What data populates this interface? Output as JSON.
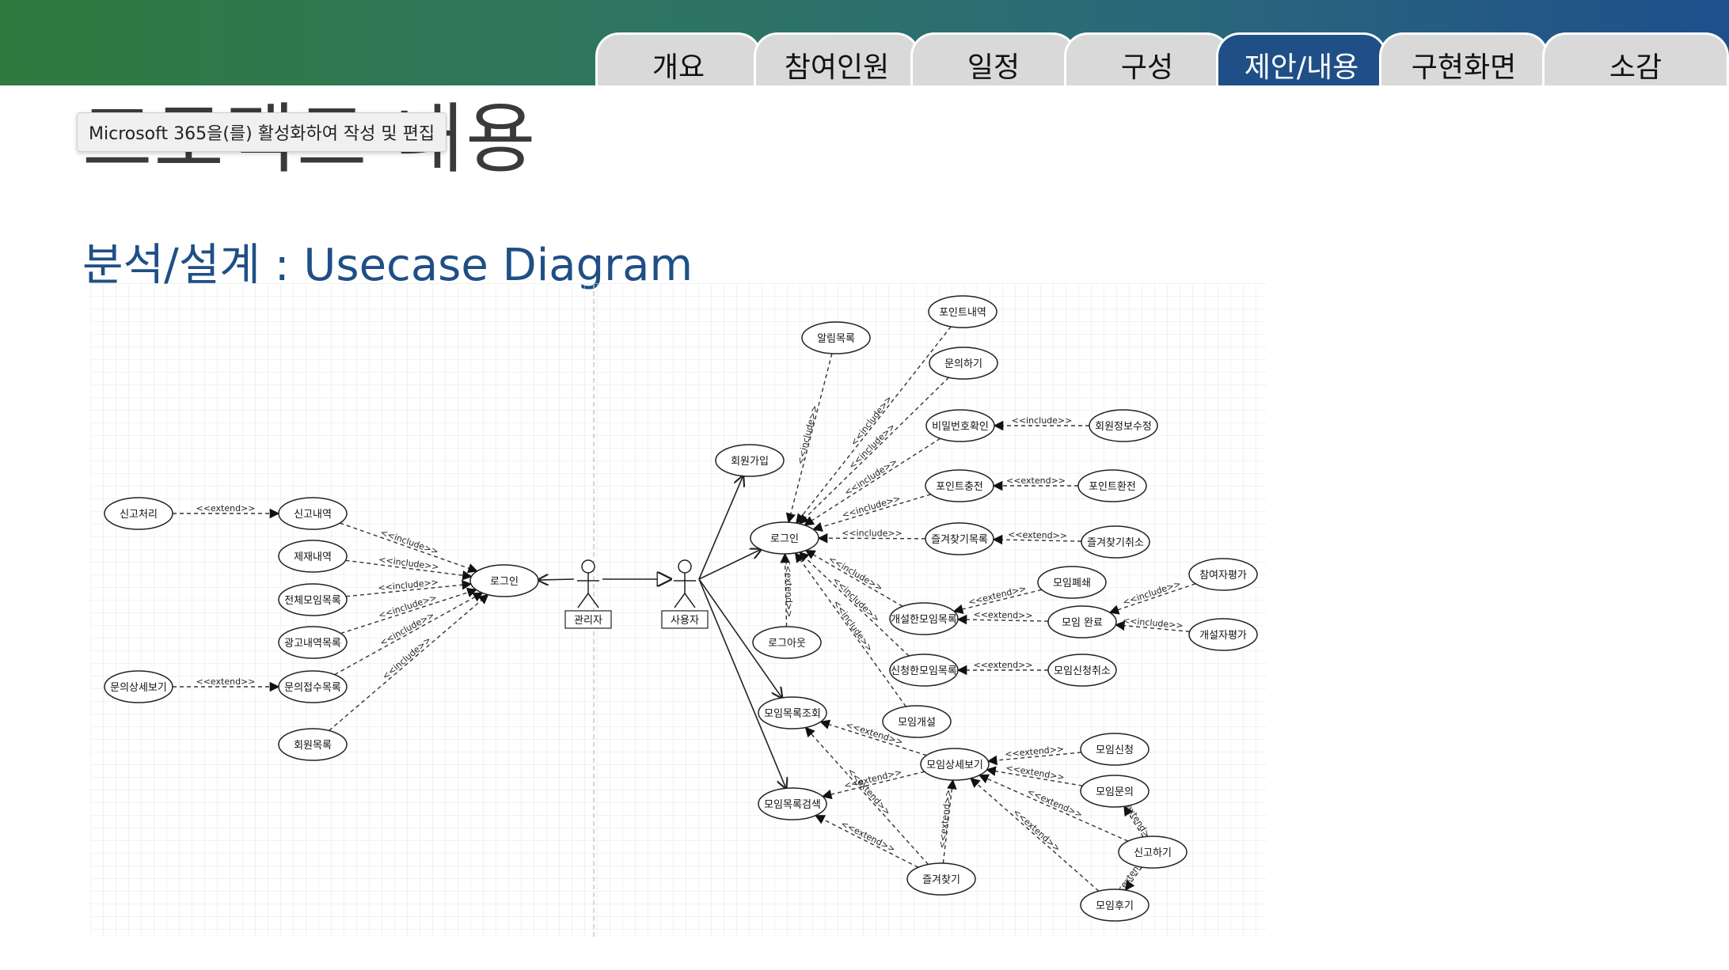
{
  "tabs": [
    {
      "label": "개요",
      "active": false
    },
    {
      "label": "참여인원",
      "active": false
    },
    {
      "label": "일정",
      "active": false
    },
    {
      "label": "구성",
      "active": false
    },
    {
      "label": "제안/내용",
      "active": true
    },
    {
      "label": "구현화면",
      "active": false
    },
    {
      "label": "소감",
      "active": false
    }
  ],
  "colors": {
    "active_tab": "#1f4f86",
    "tab": "#d9d9d9",
    "subtitle": "#1f4f86",
    "banner_left": "#2f7a3e",
    "banner_right": "#1f4f8c"
  },
  "tooltip": "Microsoft 365을(를) 활성화하여 작성 및 편집",
  "page_title": "프로젝트 내용",
  "subtitle": "분석/설계 : Usecase Diagram",
  "diagram": {
    "actors": [
      {
        "id": "admin",
        "label": "관리자"
      },
      {
        "id": "user",
        "label": "사용자"
      }
    ],
    "usecases": [
      {
        "id": "u1",
        "label": "신고처리"
      },
      {
        "id": "u2",
        "label": "신고내역"
      },
      {
        "id": "u3",
        "label": "제재내역"
      },
      {
        "id": "u4",
        "label": "전체모임목록"
      },
      {
        "id": "u5",
        "label": "광고내역목록"
      },
      {
        "id": "u6",
        "label": "문의상세보기"
      },
      {
        "id": "u7",
        "label": "문의접수목록"
      },
      {
        "id": "u8",
        "label": "회원목록"
      },
      {
        "id": "u9",
        "label": "로그인"
      },
      {
        "id": "u10",
        "label": "회원가입"
      },
      {
        "id": "u11",
        "label": "로그인"
      },
      {
        "id": "u12",
        "label": "로그아웃"
      },
      {
        "id": "u13",
        "label": "알림목록"
      },
      {
        "id": "u14",
        "label": "포인트내역"
      },
      {
        "id": "u15",
        "label": "문의하기"
      },
      {
        "id": "u16",
        "label": "비밀번호확인"
      },
      {
        "id": "u17",
        "label": "회원정보수정"
      },
      {
        "id": "u18",
        "label": "포인트충전"
      },
      {
        "id": "u19",
        "label": "포인트환전"
      },
      {
        "id": "u20",
        "label": "즐겨찾기목록"
      },
      {
        "id": "u21",
        "label": "즐겨찾기취소"
      },
      {
        "id": "u22",
        "label": "개설한모임목록"
      },
      {
        "id": "u23",
        "label": "모임폐쇄"
      },
      {
        "id": "u24",
        "label": "모임 완료"
      },
      {
        "id": "u25",
        "label": "참여자평가"
      },
      {
        "id": "u26",
        "label": "개설자평가"
      },
      {
        "id": "u27",
        "label": "신청한모임목록"
      },
      {
        "id": "u28",
        "label": "모임신청취소"
      },
      {
        "id": "u29",
        "label": "모임개설"
      },
      {
        "id": "u30",
        "label": "모임목록조회"
      },
      {
        "id": "u31",
        "label": "모임상세보기"
      },
      {
        "id": "u32",
        "label": "모임목록검색"
      },
      {
        "id": "u33",
        "label": "모임신청"
      },
      {
        "id": "u34",
        "label": "모임문의"
      },
      {
        "id": "u35",
        "label": "신고하기"
      },
      {
        "id": "u36",
        "label": "즐겨찾기"
      },
      {
        "id": "u37",
        "label": "모임후기"
      }
    ],
    "relations": [
      {
        "from": "u1",
        "to": "u2",
        "type": "<<extend>>"
      },
      {
        "from": "u6",
        "to": "u7",
        "type": "<<extend>>"
      },
      {
        "from": "u2",
        "to": "u9",
        "type": "<<include>>"
      },
      {
        "from": "u3",
        "to": "u9",
        "type": "<<include>>"
      },
      {
        "from": "u4",
        "to": "u9",
        "type": "<<include>>"
      },
      {
        "from": "u5",
        "to": "u9",
        "type": "<<include>>"
      },
      {
        "from": "u7",
        "to": "u9",
        "type": "<<include>>"
      },
      {
        "from": "u8",
        "to": "u9",
        "type": "<<include>>"
      },
      {
        "from": "u13",
        "to": "u11",
        "type": "<<include>>"
      },
      {
        "from": "u14",
        "to": "u11",
        "type": "<<include>>"
      },
      {
        "from": "u15",
        "to": "u11",
        "type": "<<include>>"
      },
      {
        "from": "u16",
        "to": "u11",
        "type": "<<include>>"
      },
      {
        "from": "u18",
        "to": "u11",
        "type": "<<include>>"
      },
      {
        "from": "u20",
        "to": "u11",
        "type": "<<include>>"
      },
      {
        "from": "u22",
        "to": "u11",
        "type": "<<include>>"
      },
      {
        "from": "u27",
        "to": "u11",
        "type": "<<include>>"
      },
      {
        "from": "u29",
        "to": "u11",
        "type": "<<include>>"
      },
      {
        "from": "u12",
        "to": "u11",
        "type": "<<extend>>"
      },
      {
        "from": "u17",
        "to": "u16",
        "type": "<<include>>"
      },
      {
        "from": "u19",
        "to": "u18",
        "type": "<<extend>>"
      },
      {
        "from": "u21",
        "to": "u20",
        "type": "<<extend>>"
      },
      {
        "from": "u23",
        "to": "u22",
        "type": "<<extend>>"
      },
      {
        "from": "u24",
        "to": "u22",
        "type": "<<extend>>"
      },
      {
        "from": "u25",
        "to": "u24",
        "type": "<<include>>"
      },
      {
        "from": "u26",
        "to": "u24",
        "type": "<<include>>"
      },
      {
        "from": "u28",
        "to": "u27",
        "type": "<<extend>>"
      },
      {
        "from": "u31",
        "to": "u30",
        "type": "<<extend>>"
      },
      {
        "from": "u31",
        "to": "u32",
        "type": "<<extend>>"
      },
      {
        "from": "u36",
        "to": "u30",
        "type": "<<extend>>"
      },
      {
        "from": "u36",
        "to": "u32",
        "type": "<<extend>>"
      },
      {
        "from": "u36",
        "to": "u31",
        "type": "<<extend>>"
      },
      {
        "from": "u33",
        "to": "u31",
        "type": "<<extend>>"
      },
      {
        "from": "u34",
        "to": "u31",
        "type": "<<extend>>"
      },
      {
        "from": "u35",
        "to": "u31",
        "type": "<<extend>>"
      },
      {
        "from": "u37",
        "to": "u31",
        "type": "<<extend>>"
      },
      {
        "from": "u35",
        "to": "u34",
        "type": "<<extend>>"
      },
      {
        "from": "u35",
        "to": "u37",
        "type": "<<extend>>"
      }
    ],
    "associations": [
      {
        "from": "admin",
        "to": "u9"
      },
      {
        "from": "user",
        "to": "u10"
      },
      {
        "from": "user",
        "to": "u11"
      },
      {
        "from": "user",
        "to": "u30"
      },
      {
        "from": "user",
        "to": "u32"
      }
    ],
    "generalizations": [
      {
        "from": "user",
        "to": "admin"
      }
    ]
  }
}
